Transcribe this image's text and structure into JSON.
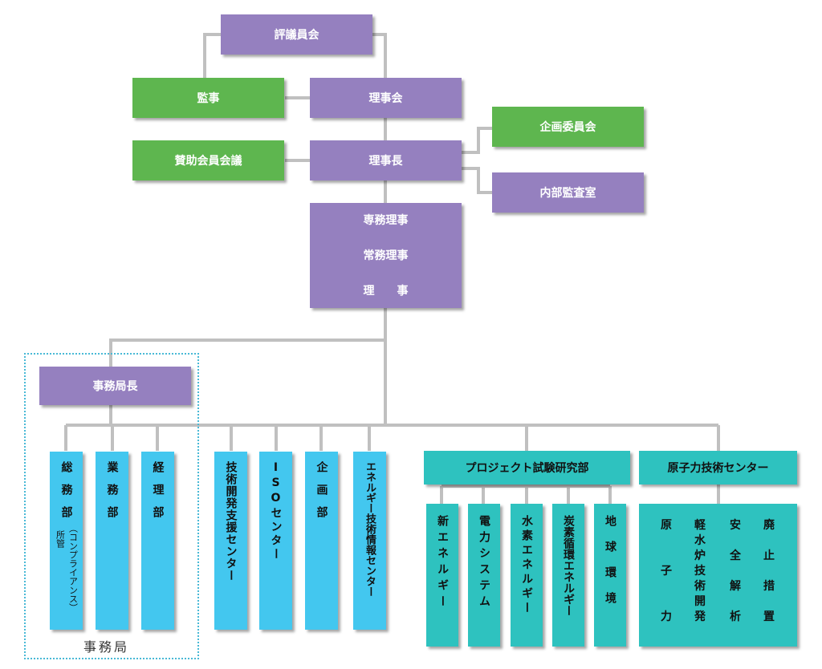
{
  "top": {
    "hyogiinkai": "評議員会",
    "kanji": "監事",
    "rijikai": "理事会",
    "sanjo": "賛助会員会議",
    "rijicho": "理事長",
    "kikaku_iinkai": "企画委員会",
    "naibu_kansa": "内部監査室"
  },
  "executives": [
    "専務理事",
    "常務理事",
    "理　　事"
  ],
  "secretariat": {
    "head": "事務局長",
    "label": "事務局",
    "departments": [
      "総務部",
      "業務部",
      "経理部"
    ],
    "soumu_note_a": "（コンプライアンス）",
    "soumu_note_b": "所管"
  },
  "centers": [
    "技術開発支援センター",
    "ISOセンター",
    "企画部",
    "エネルギー技術情報センター"
  ],
  "project": {
    "head": "プロジェクト試験研究部",
    "divisions": [
      "新エネルギー",
      "電力システム",
      "水素エネルギー",
      "炭素循環エネルギー",
      "地球環境"
    ]
  },
  "nuclear": {
    "head": "原子力技術センター",
    "col1": [
      "原",
      "子",
      "力"
    ],
    "col2": [
      "軽",
      "水",
      "炉",
      "技",
      "術",
      "開",
      "発"
    ],
    "col3": [
      "安",
      "全",
      "解",
      "析"
    ],
    "col4": [
      "廃",
      "止",
      "措",
      "置"
    ]
  },
  "colors": {
    "purple": "#9580bf",
    "green": "#5eb64f",
    "light_blue": "#43c7ef",
    "teal": "#2ec2bf",
    "line": "#c0c0c0",
    "dotted_border": "#49b9d6"
  }
}
